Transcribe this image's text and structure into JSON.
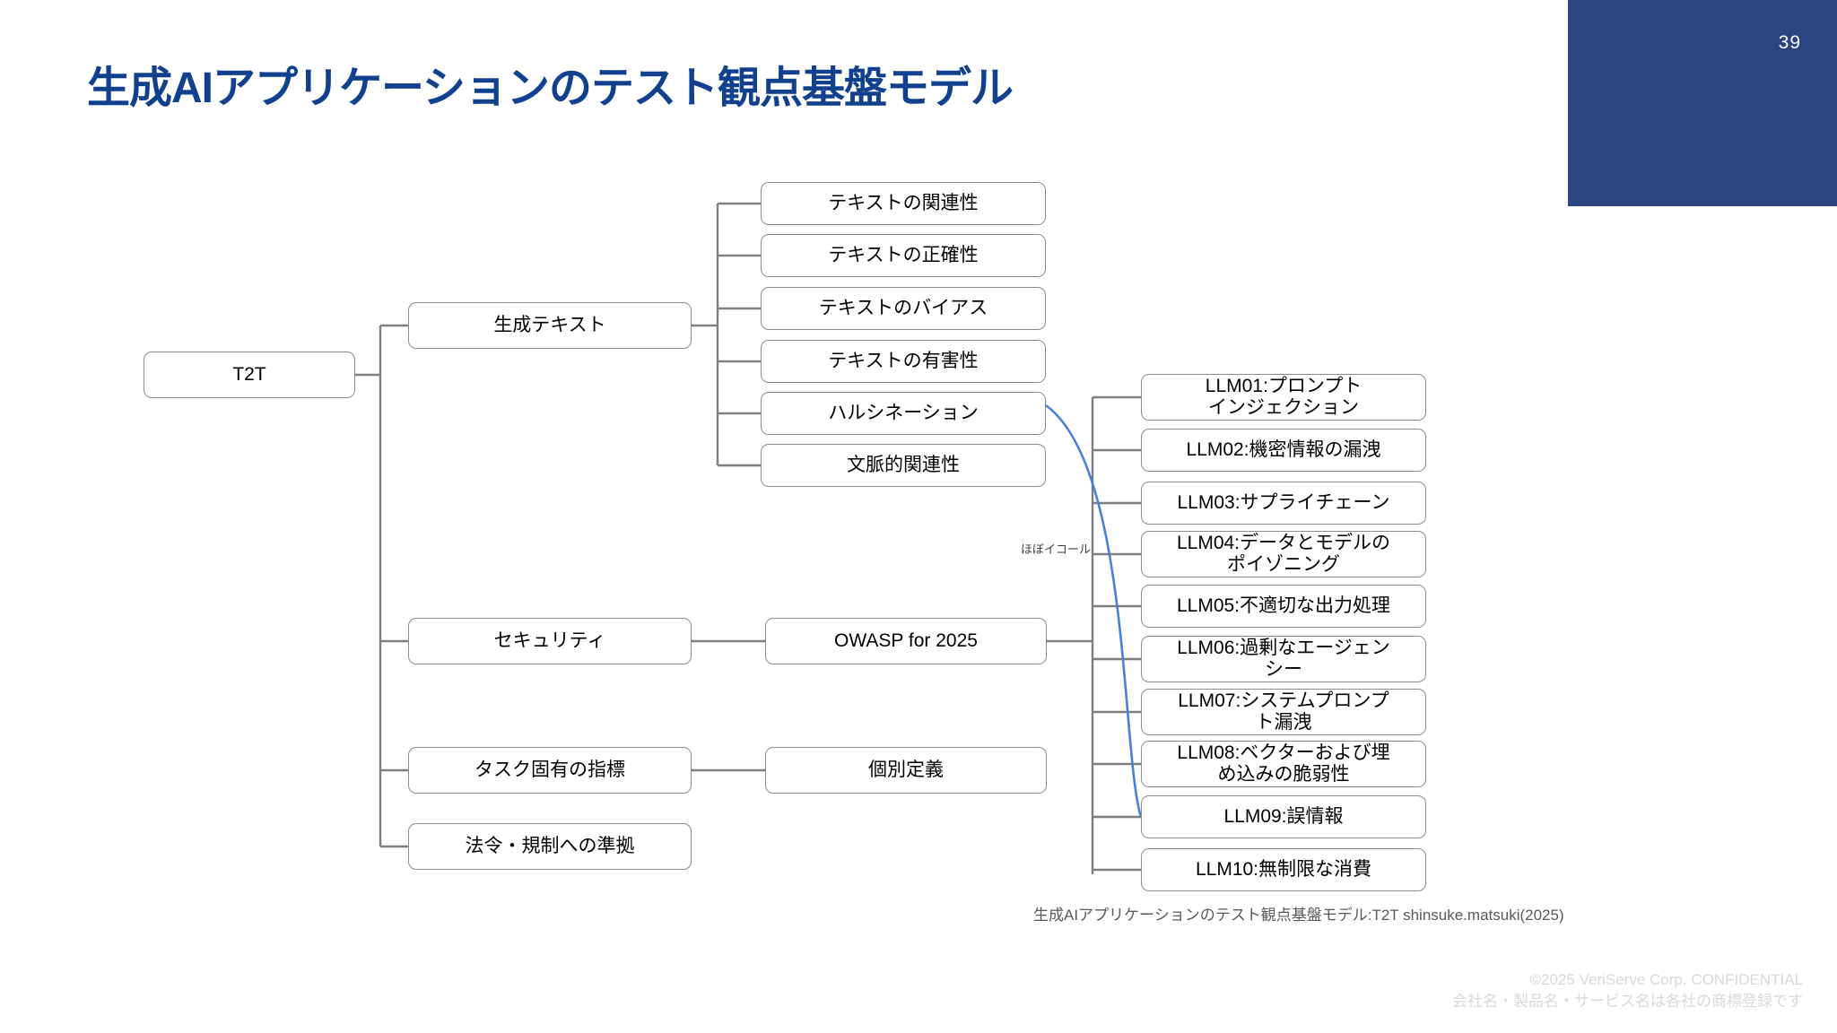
{
  "slide": {
    "title": "生成AIアプリケーションのテスト観点基盤モデル",
    "page_number": "39",
    "title_color": "#10408E",
    "corner_color": "#2A4580"
  },
  "diagram": {
    "root": {
      "label": "T2T"
    },
    "branches": [
      {
        "label": "生成テキスト"
      },
      {
        "label": "セキュリティ"
      },
      {
        "label": "タスク固有の指標"
      },
      {
        "label": "法令・規制への準拠"
      }
    ],
    "text_quality_items": [
      {
        "label": "テキストの関連性"
      },
      {
        "label": "テキストの正確性"
      },
      {
        "label": "テキストのバイアス"
      },
      {
        "label": "テキストの有害性"
      },
      {
        "label": "ハルシネーション"
      },
      {
        "label": "文脈的関連性"
      }
    ],
    "security_child": {
      "label": "OWASP for 2025"
    },
    "task_child": {
      "label": "個別定義"
    },
    "owasp_items": [
      {
        "label": "LLM01:プロンプト\nインジェクション"
      },
      {
        "label": "LLM02:機密情報の漏洩"
      },
      {
        "label": "LLM03:サプライチェーン"
      },
      {
        "label": "LLM04:データとモデルの\nポイゾニング"
      },
      {
        "label": "LLM05:不適切な出力処理"
      },
      {
        "label": "LLM06:過剰なエージェン\nシー"
      },
      {
        "label": "LLM07:システムプロンプ\nト漏洩"
      },
      {
        "label": "LLM08:ベクターおよび埋\nめ込みの脆弱性"
      },
      {
        "label": "LLM09:誤情報"
      },
      {
        "label": "LLM10:無制限な消費"
      }
    ],
    "annotation": {
      "label": "ほぼイコール",
      "link_color": "#4A7EDB",
      "from": "ハルシネーション",
      "to": "LLM09:誤情報"
    },
    "caption": "生成AIアプリケーションのテスト観点基盤モデル:T2T shinsuke.matsuki(2025)",
    "connector_color": "#7F7F7F"
  },
  "footer": {
    "line1": "©2025 VeriServe Corp. CONFIDENTIAL",
    "line2": "会社名・製品名・サービス名は各社の商標登録です"
  }
}
